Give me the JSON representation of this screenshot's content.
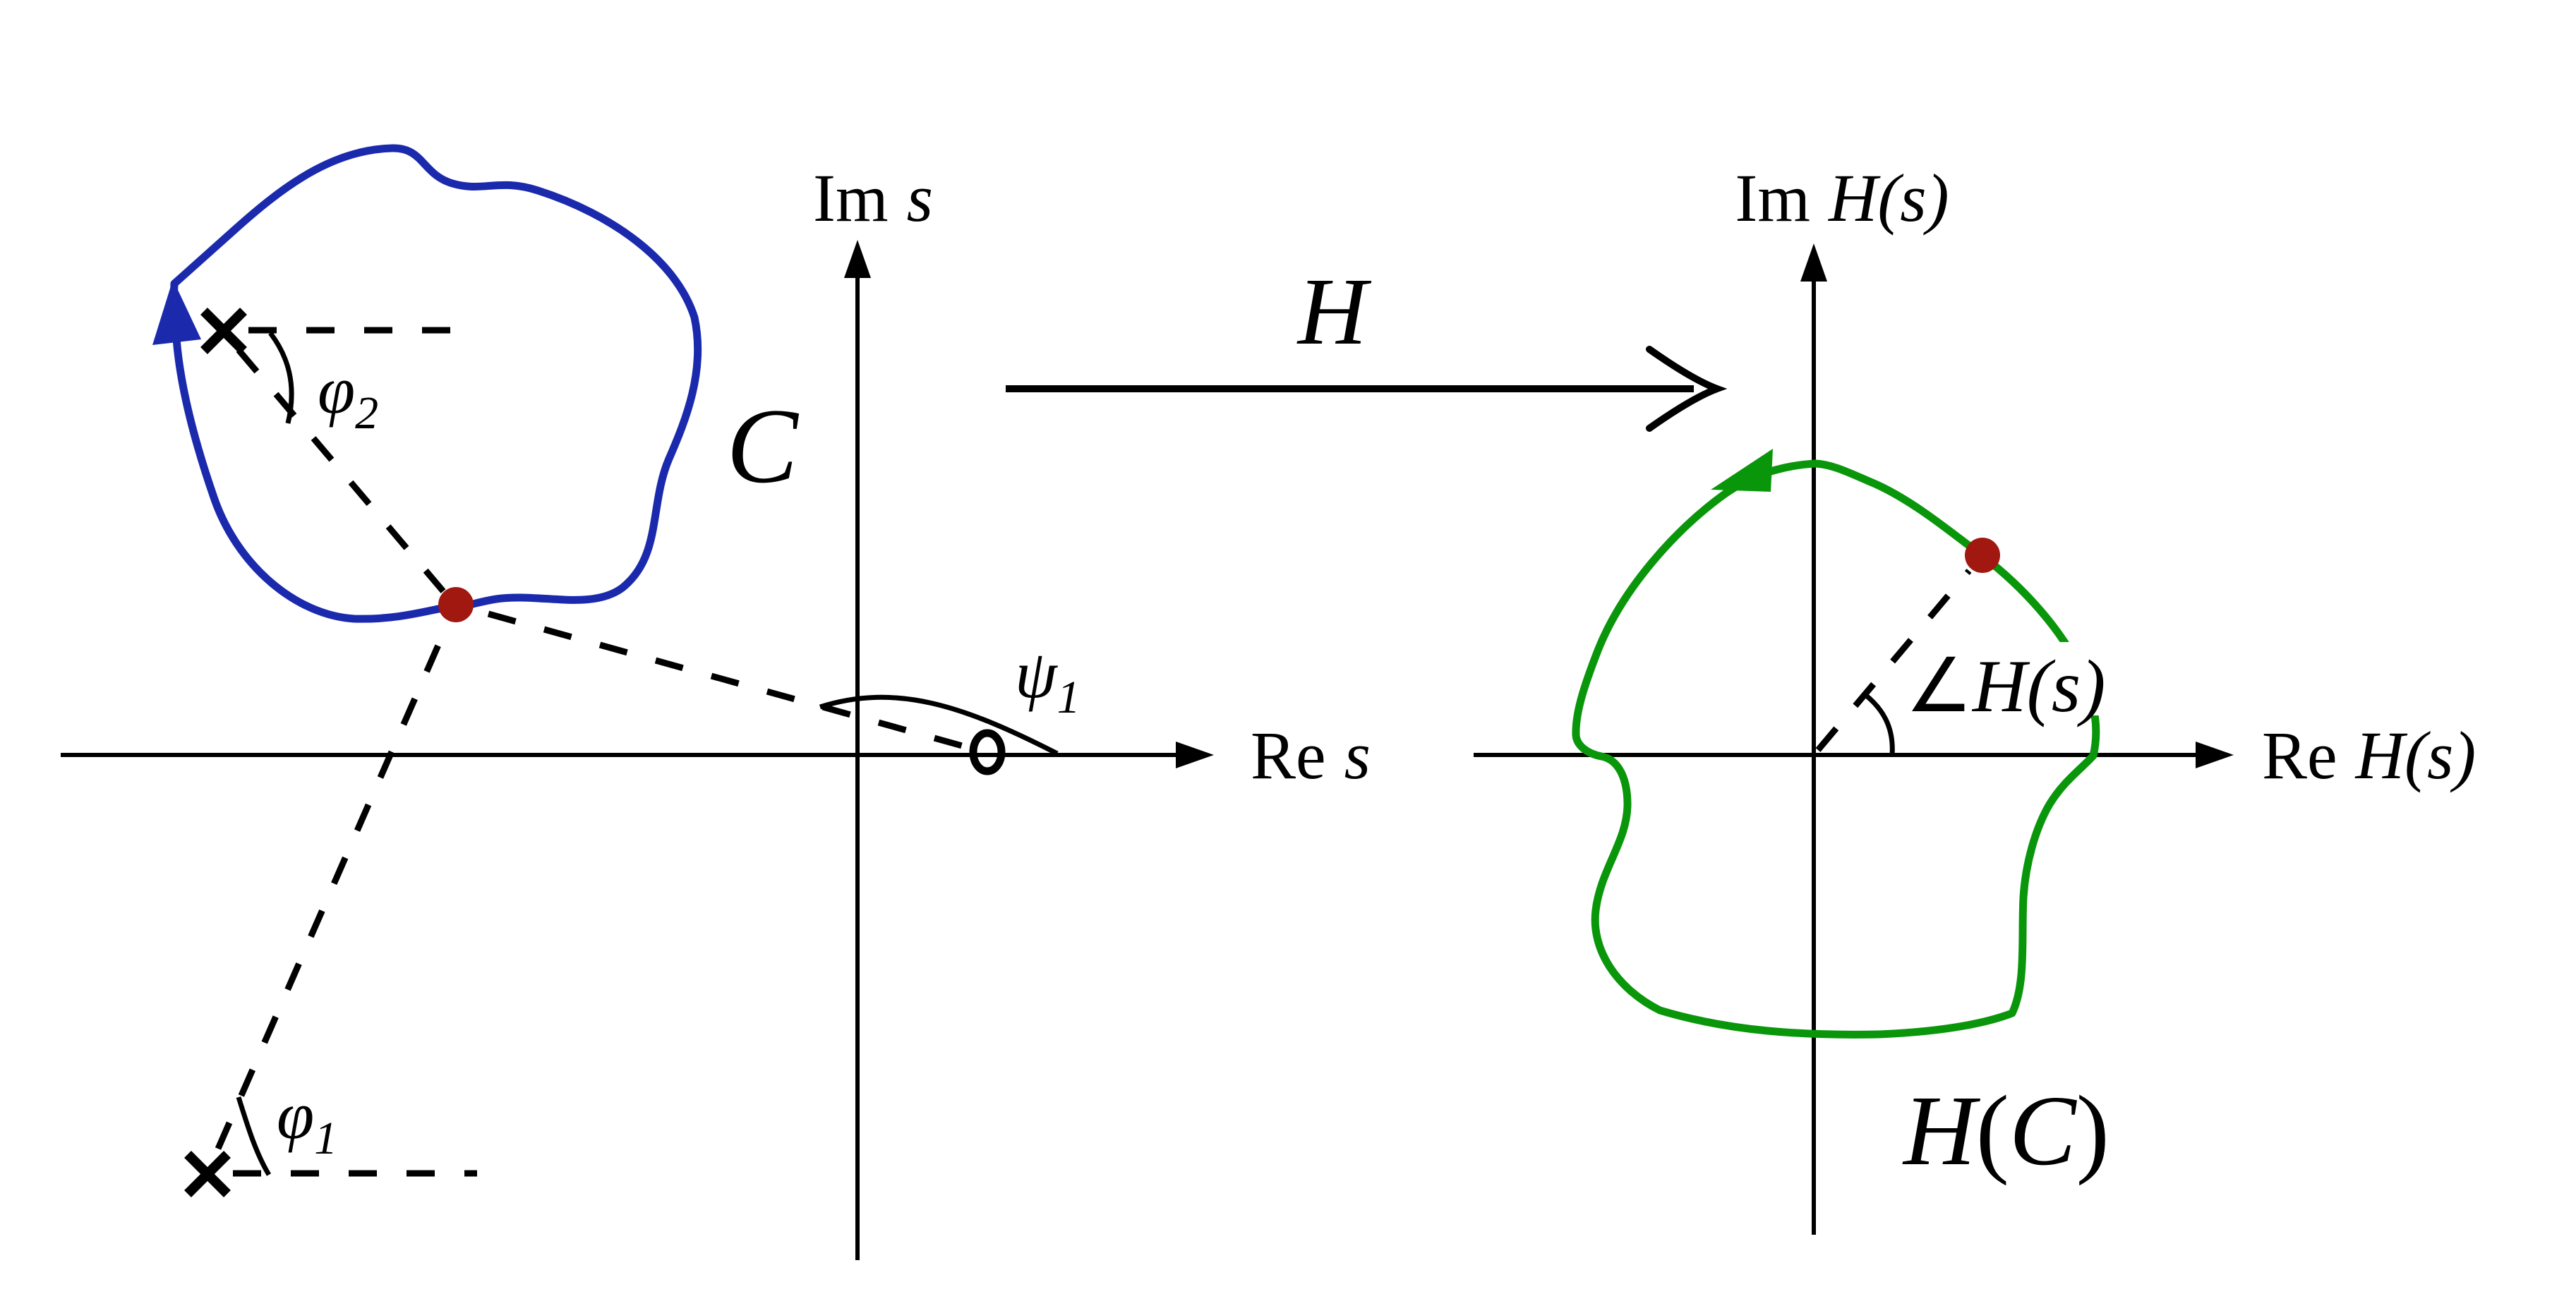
{
  "left_plot": {
    "y_axis_label": {
      "prefix": "Im",
      "var": "s"
    },
    "x_axis_label": {
      "prefix": "Re",
      "var": "s"
    },
    "contour_label": "C",
    "angles": {
      "phi2": {
        "base": "φ",
        "sub": "2"
      },
      "phi1": {
        "base": "φ",
        "sub": "1"
      },
      "psi1": {
        "base": "ψ",
        "sub": "1"
      }
    },
    "markers": {
      "pole_upper": "x",
      "pole_lower": "x",
      "zero": "o"
    }
  },
  "map": {
    "label": "H"
  },
  "right_plot": {
    "y_axis_label": {
      "prefix": "Im",
      "var": "H(s)"
    },
    "x_axis_label": {
      "prefix": "Re",
      "var": "H(s)"
    },
    "angle_label": {
      "symbol": "∠",
      "var": "H(s)"
    },
    "image_contour_label": {
      "func": "H",
      "open": "(",
      "arg": "C",
      "close": ")"
    }
  },
  "colors": {
    "contour_c": "#1b2aad",
    "contour_hc": "#0a960a",
    "marked_point": "#a01810",
    "ink": "#000000"
  }
}
